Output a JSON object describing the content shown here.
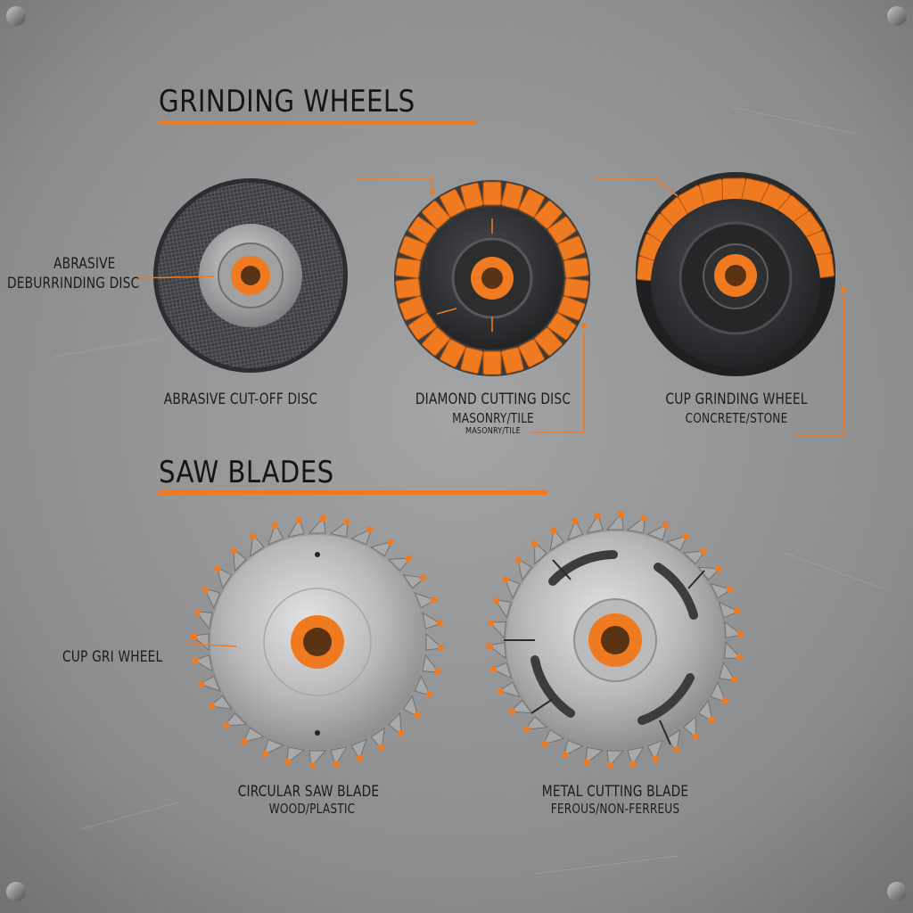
{
  "headings": {
    "grinding": "GRINDING WHEELS",
    "saw": "SAW BLADES"
  },
  "labels": {
    "abrasive_line1": "ABRASIVE",
    "abrasive_line2": "DEBURRINDING DISC",
    "cutoff": "ABRASIVE CUT-OFF DISC",
    "diamond_title": "DIAMOND CUTTING DISC",
    "diamond_sub": "MASONRY/TILE",
    "diamond_sub_small": "MASONRY/TILE",
    "cup_title": "CUP GRINDING WHEEL",
    "cup_sub": "CONCRETE/STONE",
    "cup_gri": "CUP GRI WHEEL",
    "circular_title": "CIRCULAR SAW BLADE",
    "circular_sub": "WOOD/PLASTIC",
    "metal_title": "METAL CUTTING BLADE",
    "metal_sub": "FEROUS/NON-FERREUS"
  },
  "colors": {
    "accent": "#f07a1f",
    "steel": "#8d8f91",
    "dark": "#2a2b2d"
  },
  "icons": [
    "flap-disc-icon",
    "diamond-disc-icon",
    "cup-wheel-icon",
    "circular-saw-icon",
    "metal-blade-icon",
    "screw-icon"
  ]
}
